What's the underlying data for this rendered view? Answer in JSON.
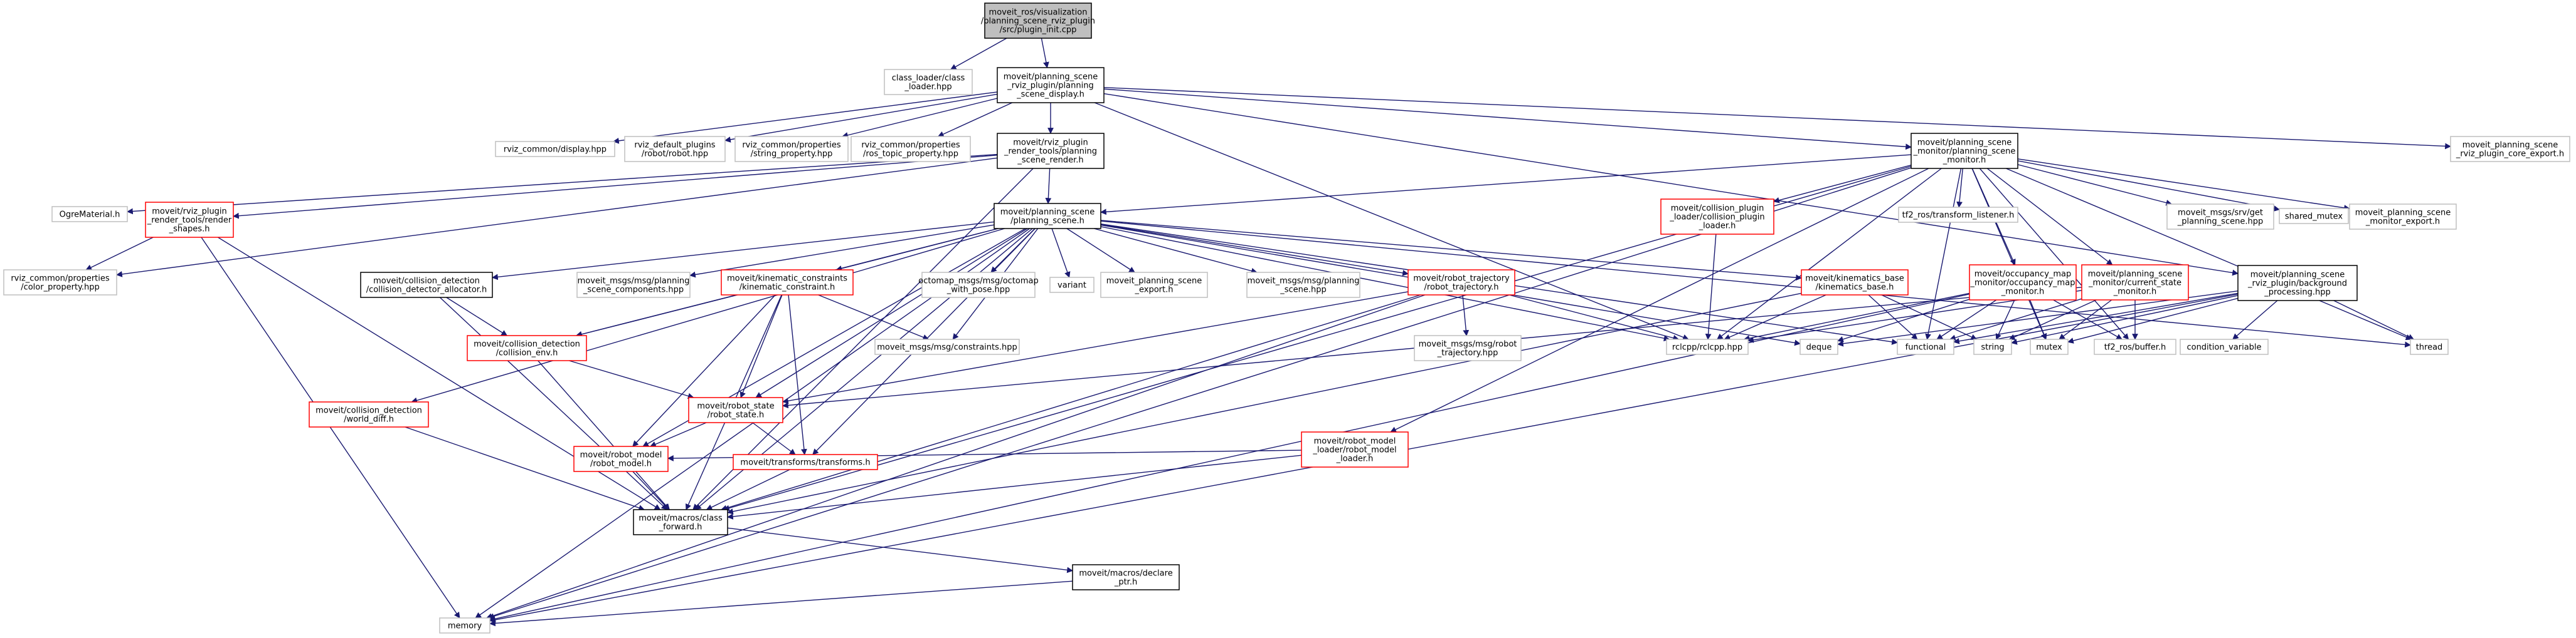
{
  "graph": {
    "nodes": [
      {
        "id": "n_root",
        "style": "gray",
        "lines": [
          "moveit_ros/visualization",
          "/planning_scene_rviz_plugin",
          "/src/plugin_init.cpp"
        ]
      },
      {
        "id": "n_classloader",
        "style": "light",
        "lines": [
          "class_loader/class",
          "_loader.hpp"
        ]
      },
      {
        "id": "n_psdisplay",
        "style": "white",
        "lines": [
          "moveit/planning_scene",
          "_rviz_plugin/planning",
          "_scene_display.h"
        ]
      },
      {
        "id": "n_rvizdisplay",
        "style": "light",
        "lines": [
          "rviz_common/display.hpp"
        ]
      },
      {
        "id": "n_rvizrobot",
        "style": "light",
        "lines": [
          "rviz_default_plugins",
          "/robot/robot.hpp"
        ]
      },
      {
        "id": "n_strprop",
        "style": "light",
        "lines": [
          "rviz_common/properties",
          "/string_property.hpp"
        ]
      },
      {
        "id": "n_rostopic",
        "style": "light",
        "lines": [
          "rviz_common/properties",
          "/ros_topic_property.hpp"
        ]
      },
      {
        "id": "n_psrender",
        "style": "white",
        "lines": [
          "moveit/rviz_plugin",
          "_render_tools/planning",
          "_scene_render.h"
        ]
      },
      {
        "id": "n_psmonitor",
        "style": "white",
        "lines": [
          "moveit/planning_scene",
          "_monitor/planning_scene",
          "_monitor.h"
        ]
      },
      {
        "id": "n_coreexport",
        "style": "light",
        "lines": [
          "moveit_planning_scene",
          "_rviz_plugin_core_export.h"
        ]
      },
      {
        "id": "n_ogre",
        "style": "light",
        "lines": [
          "OgreMaterial.h"
        ]
      },
      {
        "id": "n_rendershapes",
        "style": "red",
        "lines": [
          "moveit/rviz_plugin",
          "_render_tools/render",
          "_shapes.h"
        ]
      },
      {
        "id": "n_colorprop",
        "style": "light",
        "lines": [
          "rviz_common/properties",
          "/color_property.hpp"
        ]
      },
      {
        "id": "n_planningscene",
        "style": "white",
        "lines": [
          "moveit/planning_scene",
          "/planning_scene.h"
        ]
      },
      {
        "id": "n_cdalloc",
        "style": "white",
        "lines": [
          "moveit/collision_detection",
          "/collision_detector_allocator.h"
        ]
      },
      {
        "id": "n_pscomponents",
        "style": "light",
        "lines": [
          "moveit_msgs/msg/planning",
          "_scene_components.hpp"
        ]
      },
      {
        "id": "n_kinconstraint",
        "style": "red",
        "lines": [
          "moveit/kinematic_constraints",
          "/kinematic_constraint.h"
        ]
      },
      {
        "id": "n_octomap",
        "style": "light",
        "lines": [
          "octomap_msgs/msg/octomap",
          "_with_pose.hpp"
        ]
      },
      {
        "id": "n_variant",
        "style": "light",
        "lines": [
          "variant"
        ]
      },
      {
        "id": "n_psexport",
        "style": "light",
        "lines": [
          "moveit_planning_scene",
          "_export.h"
        ]
      },
      {
        "id": "n_psmsg",
        "style": "light",
        "lines": [
          "moveit_msgs/msg/planning",
          "_scene.hpp"
        ]
      },
      {
        "id": "n_robottraj",
        "style": "red",
        "lines": [
          "moveit/robot_trajectory",
          "/robot_trajectory.h"
        ]
      },
      {
        "id": "n_kinbase",
        "style": "red",
        "lines": [
          "moveit/kinematics_base",
          "/kinematics_base.h"
        ]
      },
      {
        "id": "n_colplugin",
        "style": "red",
        "lines": [
          "moveit/collision_plugin",
          "_loader/collision_plugin",
          "_loader.h"
        ]
      },
      {
        "id": "n_tflistener",
        "style": "light",
        "lines": [
          "tf2_ros/transform_listener.h"
        ]
      },
      {
        "id": "n_occmap",
        "style": "red",
        "lines": [
          "moveit/occupancy_map",
          "_monitor/occupancy_map",
          "_monitor.h"
        ]
      },
      {
        "id": "n_curstate",
        "style": "red",
        "lines": [
          "moveit/planning_scene",
          "_monitor/current_state",
          "_monitor.h"
        ]
      },
      {
        "id": "n_getps",
        "style": "light",
        "lines": [
          "moveit_msgs/srv/get",
          "_planning_scene.hpp"
        ]
      },
      {
        "id": "n_sharedmutex",
        "style": "light",
        "lines": [
          "shared_mutex"
        ]
      },
      {
        "id": "n_monexport",
        "style": "light",
        "lines": [
          "moveit_planning_scene",
          "_monitor_export.h"
        ]
      },
      {
        "id": "n_bgproc",
        "style": "white",
        "lines": [
          "moveit/planning_scene",
          "_rviz_plugin/background",
          "_processing.hpp"
        ]
      },
      {
        "id": "n_thread",
        "style": "light",
        "lines": [
          "thread"
        ]
      },
      {
        "id": "n_colenv",
        "style": "red",
        "lines": [
          "moveit/collision_detection",
          "/collision_env.h"
        ]
      },
      {
        "id": "n_constraints",
        "style": "light",
        "lines": [
          "moveit_msgs/msg/constraints.hpp"
        ]
      },
      {
        "id": "n_trajmsg",
        "style": "light",
        "lines": [
          "moveit_msgs/msg/robot",
          "_trajectory.hpp"
        ]
      },
      {
        "id": "n_rclcpp",
        "style": "light",
        "lines": [
          "rclcpp/rclcpp.hpp"
        ]
      },
      {
        "id": "n_deque",
        "style": "light",
        "lines": [
          "deque"
        ]
      },
      {
        "id": "n_functional",
        "style": "light",
        "lines": [
          "functional"
        ]
      },
      {
        "id": "n_string",
        "style": "light",
        "lines": [
          "string"
        ]
      },
      {
        "id": "n_mutex",
        "style": "light",
        "lines": [
          "mutex"
        ]
      },
      {
        "id": "n_tfbuffer",
        "style": "light",
        "lines": [
          "tf2_ros/buffer.h"
        ]
      },
      {
        "id": "n_condvar",
        "style": "light",
        "lines": [
          "condition_variable"
        ]
      },
      {
        "id": "n_worlddiff",
        "style": "red",
        "lines": [
          "moveit/collision_detection",
          "/world_diff.h"
        ]
      },
      {
        "id": "n_robotstate",
        "style": "red",
        "lines": [
          "moveit/robot_state",
          "/robot_state.h"
        ]
      },
      {
        "id": "n_rmloader",
        "style": "red",
        "lines": [
          "moveit/robot_model",
          "_loader/robot_model",
          "_loader.h"
        ]
      },
      {
        "id": "n_robotmodel",
        "style": "red",
        "lines": [
          "moveit/robot_model",
          "/robot_model.h"
        ]
      },
      {
        "id": "n_transforms",
        "style": "red",
        "lines": [
          "moveit/transforms/transforms.h"
        ]
      },
      {
        "id": "n_classfwd",
        "style": "white",
        "lines": [
          "moveit/macros/class",
          "_forward.h"
        ]
      },
      {
        "id": "n_declareptr",
        "style": "white",
        "lines": [
          "moveit/macros/declare",
          "_ptr.h"
        ]
      },
      {
        "id": "n_memory",
        "style": "light",
        "lines": [
          "memory"
        ]
      }
    ],
    "edges": [
      [
        "n_root",
        "n_classloader"
      ],
      [
        "n_root",
        "n_psdisplay"
      ],
      [
        "n_psdisplay",
        "n_rvizdisplay"
      ],
      [
        "n_psdisplay",
        "n_rvizrobot"
      ],
      [
        "n_psdisplay",
        "n_strprop"
      ],
      [
        "n_psdisplay",
        "n_rostopic"
      ],
      [
        "n_psdisplay",
        "n_psrender"
      ],
      [
        "n_psdisplay",
        "n_psmonitor"
      ],
      [
        "n_psdisplay",
        "n_coreexport"
      ],
      [
        "n_psdisplay",
        "n_bgproc"
      ],
      [
        "n_psdisplay",
        "n_rclcpp"
      ],
      [
        "n_psrender",
        "n_ogre"
      ],
      [
        "n_psrender",
        "n_rendershapes"
      ],
      [
        "n_psrender",
        "n_colorprop"
      ],
      [
        "n_psrender",
        "n_planningscene"
      ],
      [
        "n_psrender",
        "n_classfwd"
      ],
      [
        "n_rendershapes",
        "n_colorprop"
      ],
      [
        "n_rendershapes",
        "n_classfwd"
      ],
      [
        "n_rendershapes",
        "n_memory"
      ],
      [
        "n_psmonitor",
        "n_planningscene"
      ],
      [
        "n_psmonitor",
        "n_colplugin"
      ],
      [
        "n_psmonitor",
        "n_tflistener"
      ],
      [
        "n_psmonitor",
        "n_occmap"
      ],
      [
        "n_psmonitor",
        "n_curstate"
      ],
      [
        "n_psmonitor",
        "n_getps"
      ],
      [
        "n_psmonitor",
        "n_sharedmutex"
      ],
      [
        "n_psmonitor",
        "n_monexport"
      ],
      [
        "n_psmonitor",
        "n_thread"
      ],
      [
        "n_psmonitor",
        "n_rclcpp"
      ],
      [
        "n_psmonitor",
        "n_memory"
      ],
      [
        "n_psmonitor",
        "n_rmloader"
      ],
      [
        "n_psmonitor",
        "n_classfwd"
      ],
      [
        "n_psmonitor",
        "n_functional"
      ],
      [
        "n_psmonitor",
        "n_mutex"
      ],
      [
        "n_psmonitor",
        "n_tfbuffer"
      ],
      [
        "n_planningscene",
        "n_cdalloc"
      ],
      [
        "n_planningscene",
        "n_pscomponents"
      ],
      [
        "n_planningscene",
        "n_kinconstraint"
      ],
      [
        "n_planningscene",
        "n_octomap"
      ],
      [
        "n_planningscene",
        "n_variant"
      ],
      [
        "n_planningscene",
        "n_psexport"
      ],
      [
        "n_planningscene",
        "n_psmsg"
      ],
      [
        "n_planningscene",
        "n_robottraj"
      ],
      [
        "n_planningscene",
        "n_kinbase"
      ],
      [
        "n_planningscene",
        "n_colenv"
      ],
      [
        "n_planningscene",
        "n_constraints"
      ],
      [
        "n_planningscene",
        "n_worlddiff"
      ],
      [
        "n_planningscene",
        "n_robotstate"
      ],
      [
        "n_planningscene",
        "n_robotmodel"
      ],
      [
        "n_planningscene",
        "n_transforms"
      ],
      [
        "n_planningscene",
        "n_classfwd"
      ],
      [
        "n_planningscene",
        "n_memory"
      ],
      [
        "n_planningscene",
        "n_rclcpp"
      ],
      [
        "n_planningscene",
        "n_deque"
      ],
      [
        "n_planningscene",
        "n_functional"
      ],
      [
        "n_planningscene",
        "n_thread"
      ],
      [
        "n_cdalloc",
        "n_colenv"
      ],
      [
        "n_cdalloc",
        "n_classfwd"
      ],
      [
        "n_kinconstraint",
        "n_colenv"
      ],
      [
        "n_kinconstraint",
        "n_constraints"
      ],
      [
        "n_kinconstraint",
        "n_robotstate"
      ],
      [
        "n_kinconstraint",
        "n_robotmodel"
      ],
      [
        "n_kinconstraint",
        "n_transforms"
      ],
      [
        "n_kinconstraint",
        "n_classfwd"
      ],
      [
        "n_robottraj",
        "n_trajmsg"
      ],
      [
        "n_robottraj",
        "n_rclcpp"
      ],
      [
        "n_robottraj",
        "n_robotstate"
      ],
      [
        "n_robottraj",
        "n_classfwd"
      ],
      [
        "n_robottraj",
        "n_memory"
      ],
      [
        "n_kinbase",
        "n_rclcpp"
      ],
      [
        "n_kinbase",
        "n_functional"
      ],
      [
        "n_kinbase",
        "n_string"
      ],
      [
        "n_kinbase",
        "n_classfwd"
      ],
      [
        "n_colplugin",
        "n_rclcpp"
      ],
      [
        "n_occmap",
        "n_rclcpp"
      ],
      [
        "n_occmap",
        "n_functional"
      ],
      [
        "n_occmap",
        "n_string"
      ],
      [
        "n_occmap",
        "n_mutex"
      ],
      [
        "n_occmap",
        "n_tfbuffer"
      ],
      [
        "n_occmap",
        "n_memory"
      ],
      [
        "n_occmap",
        "n_deque"
      ],
      [
        "n_curstate",
        "n_functional"
      ],
      [
        "n_curstate",
        "n_string"
      ],
      [
        "n_curstate",
        "n_mutex"
      ],
      [
        "n_curstate",
        "n_tfbuffer"
      ],
      [
        "n_curstate",
        "n_robotstate"
      ],
      [
        "n_curstate",
        "n_rclcpp"
      ],
      [
        "n_bgproc",
        "n_condvar"
      ],
      [
        "n_bgproc",
        "n_thread"
      ],
      [
        "n_bgproc",
        "n_memory"
      ],
      [
        "n_bgproc",
        "n_functional"
      ],
      [
        "n_bgproc",
        "n_string"
      ],
      [
        "n_bgproc",
        "n_mutex"
      ],
      [
        "n_bgproc",
        "n_deque"
      ],
      [
        "n_colenv",
        "n_robotstate"
      ],
      [
        "n_colenv",
        "n_classfwd"
      ],
      [
        "n_worlddiff",
        "n_classfwd"
      ],
      [
        "n_robotstate",
        "n_robotmodel"
      ],
      [
        "n_robotstate",
        "n_transforms"
      ],
      [
        "n_rmloader",
        "n_robotmodel"
      ],
      [
        "n_rmloader",
        "n_classfwd"
      ],
      [
        "n_robotmodel",
        "n_classfwd"
      ],
      [
        "n_transforms",
        "n_classfwd"
      ],
      [
        "n_classfwd",
        "n_declareptr"
      ],
      [
        "n_declareptr",
        "n_memory"
      ]
    ]
  }
}
